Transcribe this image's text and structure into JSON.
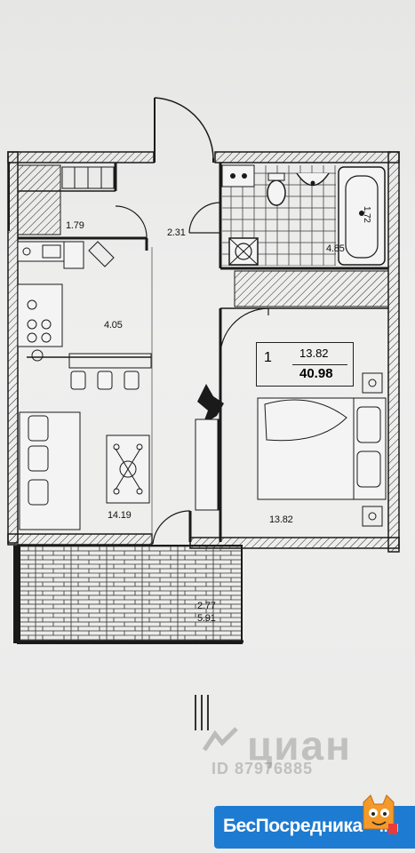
{
  "floorplan": {
    "rooms": [
      {
        "name": "wardrobe",
        "area": "1.79"
      },
      {
        "name": "hall",
        "area": "2.31"
      },
      {
        "name": "bathroom",
        "area": "4.85"
      },
      {
        "name": "kitchen",
        "area": "4.05"
      },
      {
        "name": "living-room",
        "area": "14.19"
      },
      {
        "name": "bedroom",
        "area": "13.82"
      },
      {
        "name": "loggia",
        "area": "2.77",
        "area_alt": "5.91"
      }
    ],
    "summary": {
      "rooms_count": "1",
      "living_area": "13.82",
      "total_area": "40.98"
    },
    "bath_label": "1.72"
  },
  "watermarks": {
    "cian_text": "циан",
    "cian_id": "ID 87976885",
    "banner_text": "БесПосредника",
    "banner_suffix": ".ru"
  },
  "colors": {
    "wall": "#1a1a1a",
    "banner": "#1d7bd1",
    "mascot": "#f39a2b"
  }
}
